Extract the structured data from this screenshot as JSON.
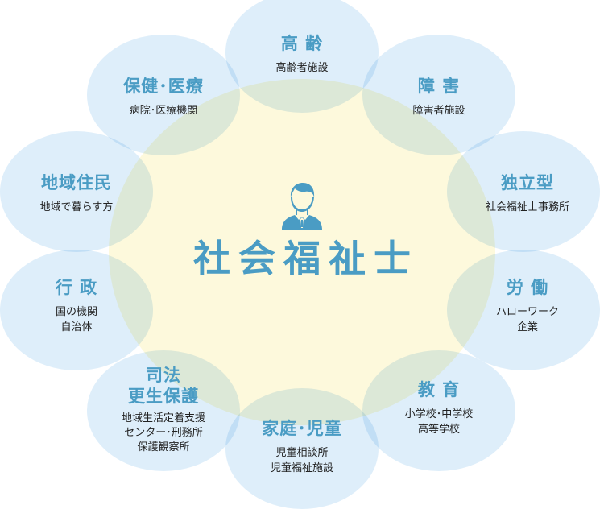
{
  "diagram": {
    "center": {
      "title": "社会福祉士",
      "icon": "person-icon"
    },
    "nodes": [
      {
        "id": "elderly",
        "title": "高 齢",
        "subtitle": "高齢者施設"
      },
      {
        "id": "disability",
        "title": "障 害",
        "subtitle": "障害者施設"
      },
      {
        "id": "independent",
        "title": "独立型",
        "subtitle": "社会福祉士事務所"
      },
      {
        "id": "labor",
        "title": "労 働",
        "subtitle": "ハローワーク\n企業"
      },
      {
        "id": "education",
        "title": "教 育",
        "subtitle": "小学校･中学校\n高等学校"
      },
      {
        "id": "family-child",
        "title": "家庭･児童",
        "subtitle": "児童相談所\n児童福祉施設"
      },
      {
        "id": "justice",
        "title": "司法\n更生保護",
        "subtitle": "地域生活定着支援\nセンター･刑務所\n保護観察所"
      },
      {
        "id": "administration",
        "title": "行 政",
        "subtitle": "国の機関\n自治体"
      },
      {
        "id": "residents",
        "title": "地域住民",
        "subtitle": "地域で暮らす方"
      },
      {
        "id": "health-medical",
        "title": "保健･医療",
        "subtitle": "病院･医療機関"
      }
    ],
    "colors": {
      "accent_text": "#4a9cc4",
      "body_text": "#222222",
      "node_fill": "#dff0fb",
      "center_fill": "#fdf9dc",
      "overlap_fill": "#e3efd6"
    }
  }
}
